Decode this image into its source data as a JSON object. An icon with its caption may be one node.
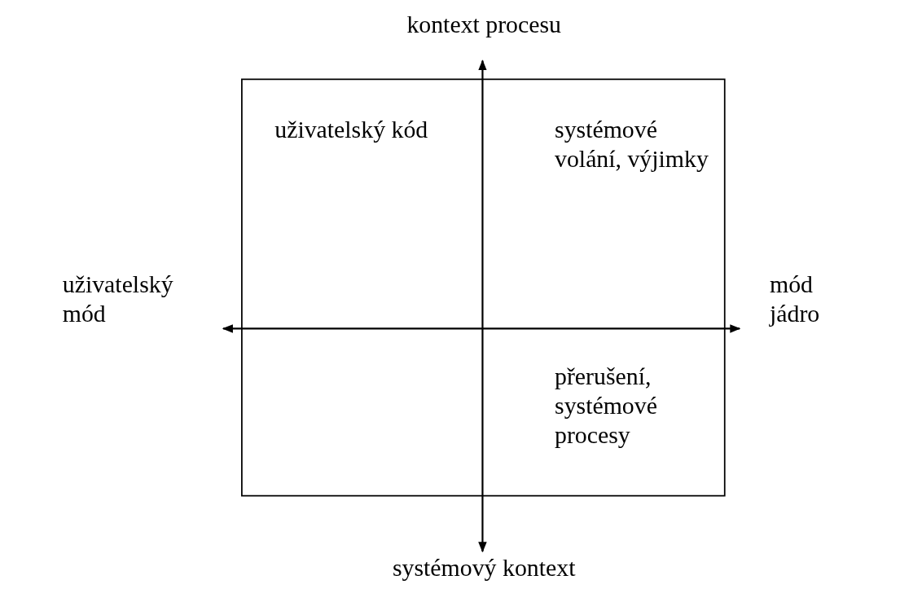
{
  "diagram": {
    "nodes": [
      {
        "text": [
          "uživatelský kód",
          "systémové volání, výjimky",
          "přerušení, systémové procesy"
        ]
      }
    ],
    "edges": [],
    "labels": [
      "kontext procesu",
      "uživatelský mód",
      "mód jádro",
      "systémový kontext"
    ]
  }
}
